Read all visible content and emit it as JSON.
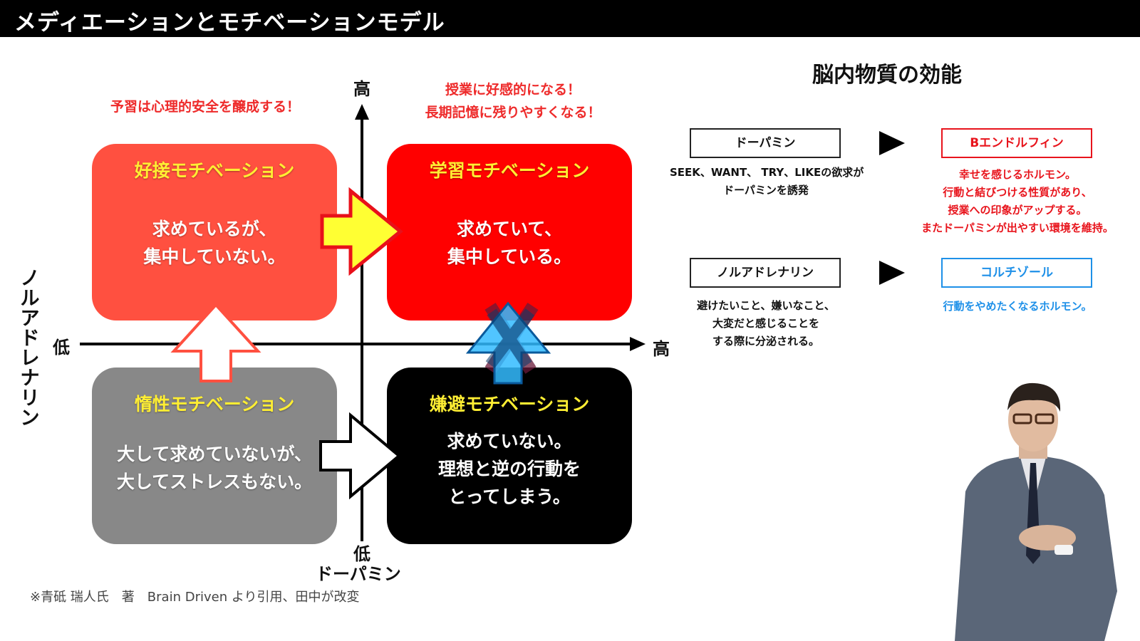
{
  "header": {
    "title": "メディエーションとモチベーションモデル"
  },
  "diagram": {
    "axes": {
      "x_label": "ドーパミン",
      "x_low": "低",
      "x_high": "高",
      "y_label": "ノルアドレナリン",
      "y_low": "低",
      "y_high": "高"
    },
    "notes": {
      "top_left": "予習は心理的安全を醸成する！",
      "top_right_line1": "授業に好感的になる！",
      "top_right_line2": "長期記憶に残りやすくなる！"
    },
    "quadrants": {
      "top_left": {
        "title": "好接モチベーション",
        "line1": "求めているが、",
        "line2": "集中していない。",
        "color": "#ff5040"
      },
      "top_right": {
        "title": "学習モチベーション",
        "line1": "求めていて、",
        "line2": "集中している。",
        "color": "#ff0000"
      },
      "bottom_left": {
        "title": "惰性モチベーション",
        "line1": "大して求めていないが、",
        "line2": "大してストレスもない。",
        "color": "#888888"
      },
      "bottom_right": {
        "title": "嫌避モチベーション",
        "line1": "求めていない。",
        "line2": "理想と逆の行動を",
        "line3": "とってしまう。",
        "color": "#000000"
      }
    },
    "arrows": [
      {
        "name": "top-left-to-top-right",
        "color": "#ffff33"
      },
      {
        "name": "bottom-left-to-top-left",
        "color": "#ffffff"
      },
      {
        "name": "bottom-left-to-bottom-right",
        "color": "#ffffff"
      },
      {
        "name": "bottom-right-to-top-right",
        "color": "#33bbff"
      }
    ],
    "credit": "※青砥 瑞人氏　著　Brain Driven より引用、田中が改変"
  },
  "brain_chemicals": {
    "title": "脳内物質の効能",
    "items": [
      {
        "name": "ドーパミン",
        "desc": [
          "SEEK、WANT、 TRY、LIKEの欲求が",
          "ドーパミンを誘発"
        ]
      },
      {
        "name": "Bエンドルフィン",
        "desc": [
          "幸せを感じるホルモン。",
          "行動と結びつける性質があり、",
          "授業への印象がアップする。",
          "またドーパミンが出やすい環境を維持。"
        ],
        "color": "#e8141c"
      },
      {
        "name": "ノルアドレナリン",
        "desc": [
          "避けたいこと、嫌いなこと、",
          "大変だと感じることを",
          "する際に分泌される。"
        ]
      },
      {
        "name": "コルチゾール",
        "desc": [
          "行動をやめたくなるホルモン。"
        ],
        "color": "#1e90e8"
      }
    ]
  }
}
